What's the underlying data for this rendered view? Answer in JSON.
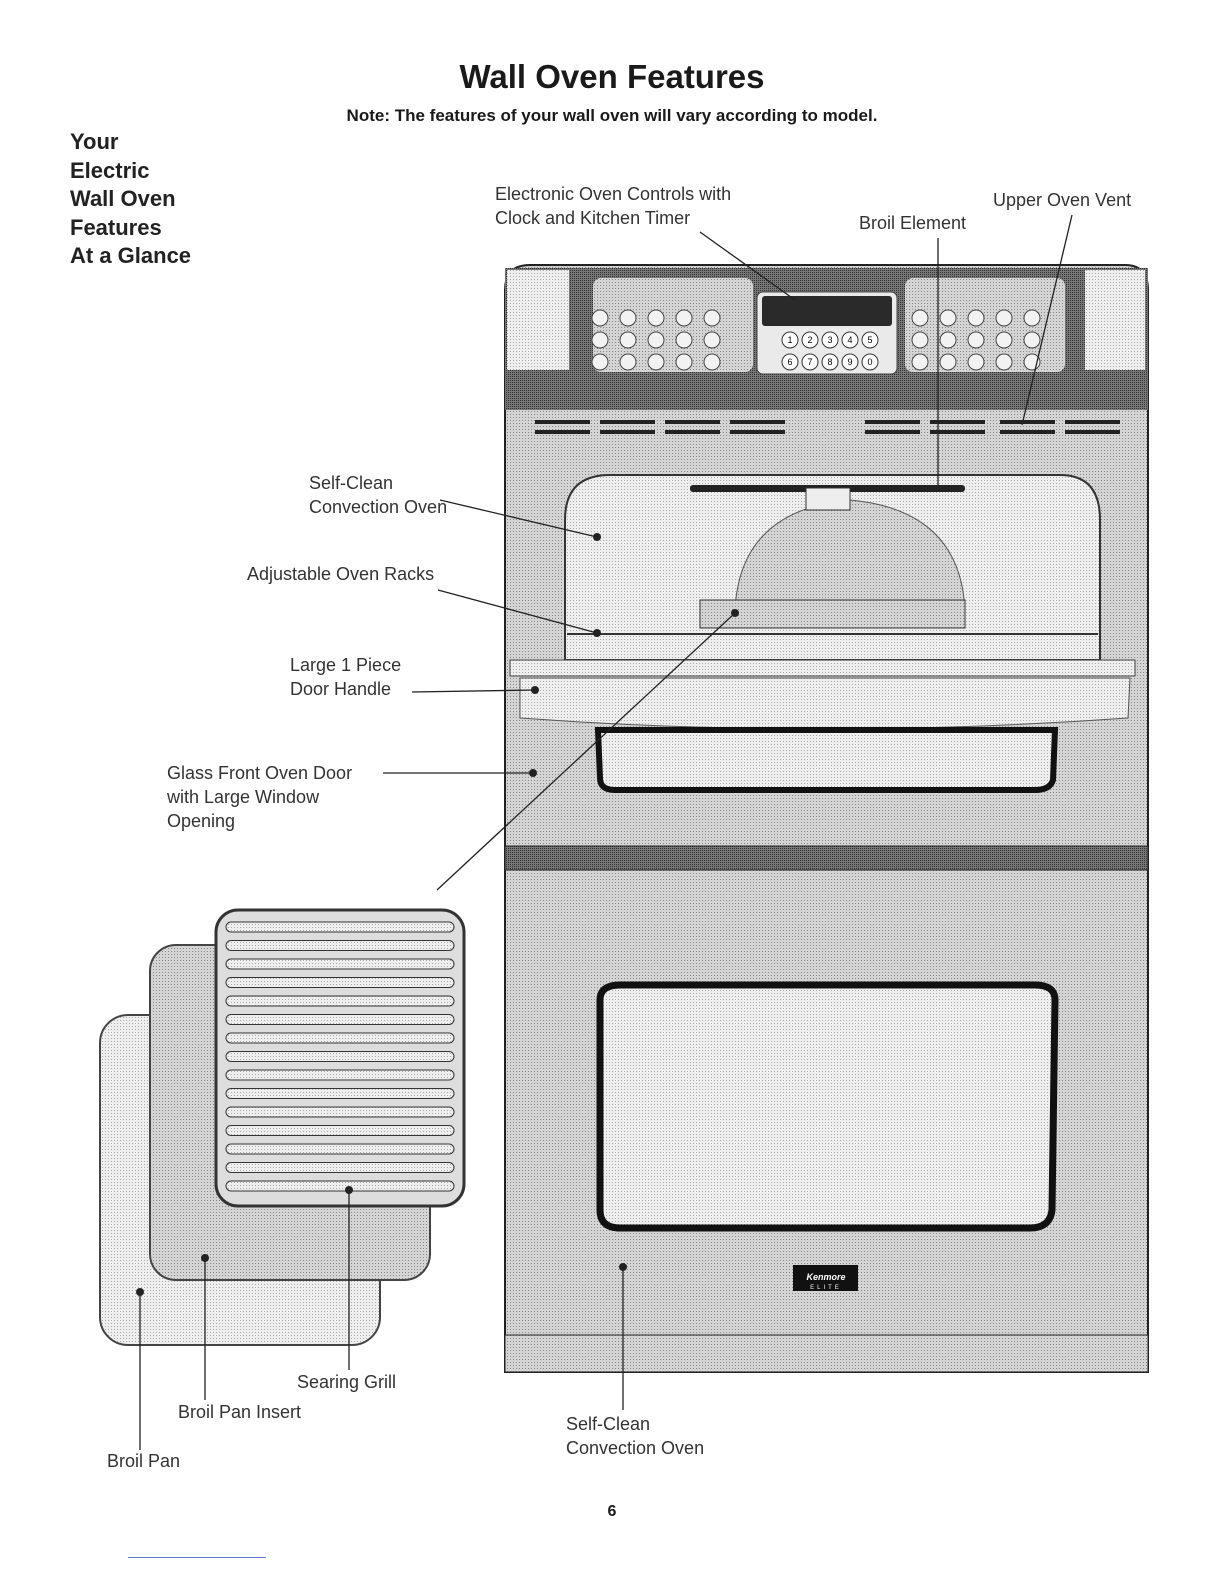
{
  "page": {
    "title": "Wall Oven Features",
    "note": "Note: The features of your wall oven will vary according to model.",
    "side_heading": [
      "Your",
      "Electric",
      "Wall Oven",
      "Features",
      "At a Glance"
    ],
    "page_number": "6"
  },
  "labels": {
    "controls": [
      "Electronic Oven Controls with",
      "Clock and Kitchen Timer"
    ],
    "broil_element": "Broil Element",
    "upper_vent": "Upper Oven Vent",
    "self_clean_upper": [
      "Self-Clean",
      "Convection Oven"
    ],
    "racks": "Adjustable Oven Racks",
    "handle": [
      "Large 1 Piece",
      "Door Handle"
    ],
    "glass_door": [
      "Glass Front Oven Door",
      "with Large Window",
      "Opening"
    ],
    "searing_grill": "Searing Grill",
    "broil_pan_insert": "Broil Pan Insert",
    "broil_pan": "Broil Pan",
    "self_clean_lower": [
      "Self-Clean",
      "Convection Oven"
    ]
  },
  "control_panel": {
    "keypad": [
      "1",
      "2",
      "3",
      "4",
      "5",
      "6",
      "7",
      "8",
      "9",
      "0"
    ]
  },
  "brand": {
    "logo": "Kenmore ELITE"
  }
}
